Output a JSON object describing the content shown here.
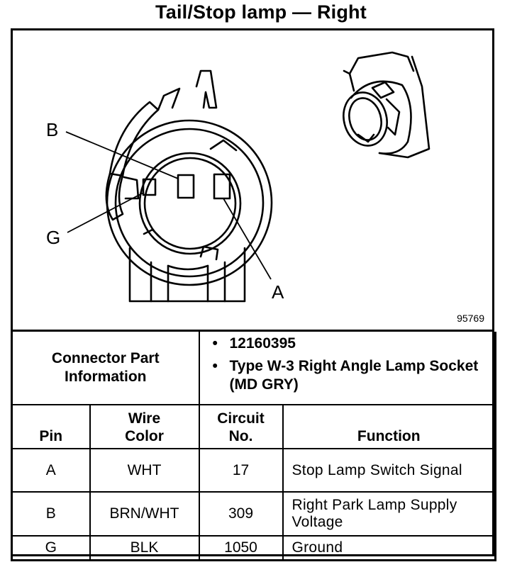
{
  "title": "Tail/Stop lamp — Right",
  "figure_number": "95769",
  "pin_labels": {
    "b": "B",
    "g": "G",
    "a": "A"
  },
  "connector_part_info": {
    "label_line1": "Connector Part",
    "label_line2": "Information",
    "items": [
      "12160395",
      "Type W-3 Right Angle Lamp Socket (MD GRY)"
    ]
  },
  "table": {
    "headers": {
      "pin": "Pin",
      "wire_color_line1": "Wire",
      "wire_color_line2": "Color",
      "circuit_line1": "Circuit",
      "circuit_line2": "No.",
      "function": "Function"
    },
    "rows": [
      {
        "pin": "A",
        "wire_color": "WHT",
        "circuit": "17",
        "function": "Stop Lamp Switch Signal"
      },
      {
        "pin": "B",
        "wire_color": "BRN/WHT",
        "circuit": "309",
        "function": "Right Park Lamp Supply Voltage"
      },
      {
        "pin": "G",
        "wire_color": "BLK",
        "circuit": "1050",
        "function": "Ground"
      }
    ]
  }
}
